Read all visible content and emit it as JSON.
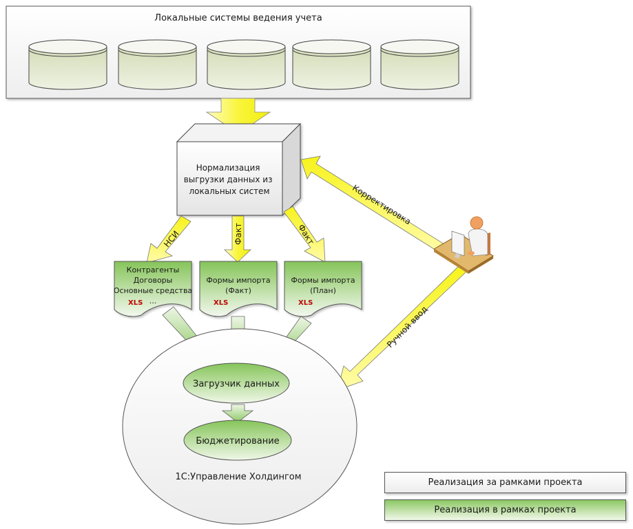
{
  "local_systems": {
    "title": "Локальные системы ведения учета",
    "databases": [
      "db-1",
      "db-2",
      "db-3",
      "db-4",
      "db-5"
    ]
  },
  "normalization": {
    "lines": [
      "Нормализация",
      "выгрузки данных из",
      "локальных систем"
    ]
  },
  "arrows": {
    "nsi": "НСИ",
    "fact_center": "Факт",
    "fact_right": "Факт",
    "correction": "Корректировка",
    "manual_input": "Ручной ввод"
  },
  "documents": [
    {
      "lines": [
        "Контрагенты",
        "Договоры",
        "Основные средства",
        "..."
      ],
      "badge": "XLS"
    },
    {
      "lines": [
        "Формы импорта",
        "(Факт)"
      ],
      "badge": "XLS"
    },
    {
      "lines": [
        "Формы импорта",
        "(План)"
      ],
      "badge": "XLS"
    }
  ],
  "system": {
    "name": "1С:Управление Холдингом",
    "loader": "Загрузчик данных",
    "budgeting": "Бюджетирование"
  },
  "user_icon": "user-at-computer-icon",
  "legend": {
    "outside": "Реализация за рамками проекта",
    "inside": "Реализация в рамках проекта"
  },
  "colors": {
    "yellow_arrow": "#f7f31a",
    "green_fill": "#8cc863",
    "db_fill": "#dde4c6",
    "xls_red": "#c00000"
  }
}
